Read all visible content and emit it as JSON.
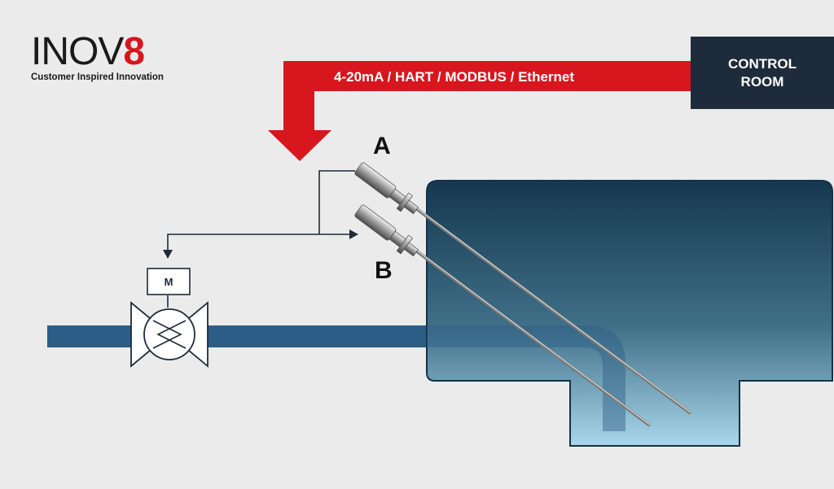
{
  "logo": {
    "word_main": "INOV",
    "word_accent": "8",
    "tagline": "Customer Inspired Innovation"
  },
  "communication": {
    "label": "4-20mA / HART / MODBUS / Ethernet",
    "arrow_color": "#d7161e"
  },
  "control_room": {
    "line1": "CONTROL",
    "line2": "ROOM",
    "color": "#1e2b3a"
  },
  "probes": {
    "a_label": "A",
    "b_label": "B"
  },
  "valve": {
    "actuator_label": "M"
  },
  "colors": {
    "background": "#ebebeb",
    "pipe": "#2c5d86",
    "tank_top": "#15384f",
    "tank_bottom": "#a9d6ea",
    "line": "#1e2b3a"
  }
}
